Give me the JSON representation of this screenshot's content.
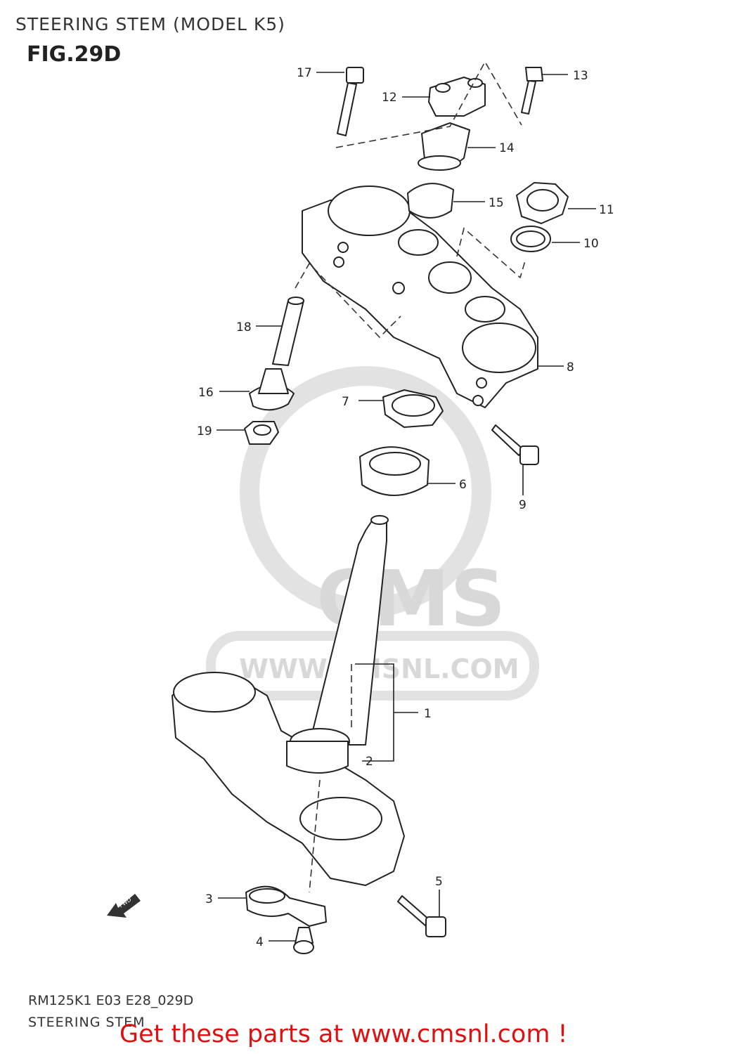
{
  "header": {
    "title": "STEERING STEM (MODEL K5)",
    "figure": "FIG.29D"
  },
  "footer": {
    "code": "RM125K1 E03 E28_029D",
    "subtitle": "STEERING STEM",
    "cta": "Get these parts at www.cmsnl.com !"
  },
  "watermark": {
    "logo_text": "CMS",
    "url": "WWW.CMSNL.COM"
  },
  "fwd_label": "FWD",
  "callouts": [
    "1",
    "2",
    "3",
    "4",
    "5",
    "6",
    "7",
    "8",
    "9",
    "10",
    "11",
    "12",
    "13",
    "14",
    "15",
    "16",
    "17",
    "18",
    "19"
  ],
  "colors": {
    "line": "#222222",
    "watermark": "#d8d8d8",
    "cta": "#dd1111"
  }
}
